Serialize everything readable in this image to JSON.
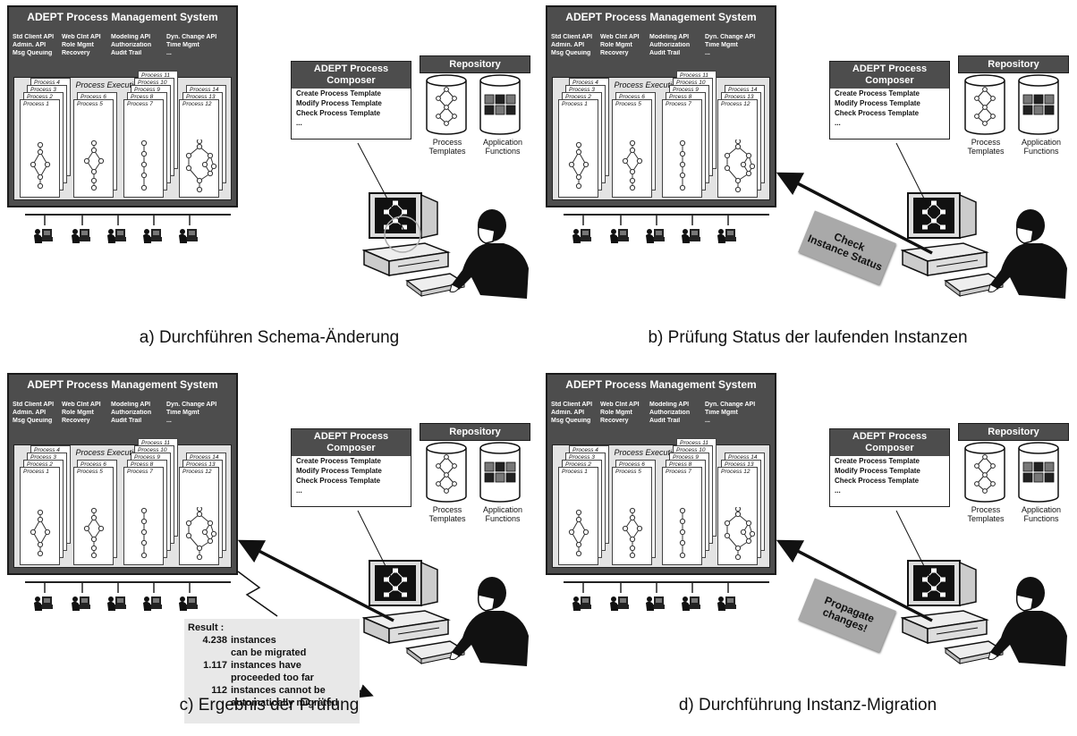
{
  "system": {
    "title": "ADEPT Process Management System",
    "apis": [
      "Std Client API",
      "Web Clnt API",
      "Modeling API",
      "Dyn. Change API",
      "Admin. API",
      "Role Mgmt",
      "Authorization",
      "Time Mgmt",
      "Msg Queuing",
      "Recovery",
      "Audit Trail",
      "..."
    ],
    "engine_title": "Process Execution Engine",
    "stacks": [
      [
        "Process 4",
        "Process 3",
        "Process 2",
        "Process 1"
      ],
      [
        "Process 6",
        "Process 5"
      ],
      [
        "Process 11",
        "Process 10",
        "Process 9",
        "Prcess 8",
        "Process 7"
      ],
      [
        "Process 14",
        "Process 13",
        "Process 12"
      ]
    ]
  },
  "composer": {
    "title": "ADEPT Process Composer",
    "items": [
      "Create Process Template",
      "Modify Process Template",
      "Check Process Template",
      "..."
    ]
  },
  "repository": {
    "title": "Repository",
    "labels": [
      "Process Templates",
      "Application Functions"
    ]
  },
  "panels": [
    {
      "caption": "a) Durchführen Schema-Änderung"
    },
    {
      "caption": "b) Prüfung Status der laufenden Instanzen",
      "banner": [
        "Check",
        "Instance Status"
      ]
    },
    {
      "caption": "c) Ergebnis der Prüfung",
      "result": {
        "heading": "Result :",
        "rows": [
          {
            "num": "4.238",
            "line1": "instances",
            "line2": "can be migrated"
          },
          {
            "num": "1.117",
            "line1": "instances have",
            "line2": "proceeded too far"
          },
          {
            "num": "112",
            "line1": "instances cannot be",
            "line2": "automatically migrated"
          }
        ]
      }
    },
    {
      "caption": "d) Durchführung Instanz-Migration",
      "banner": [
        "Propagate",
        "changes!"
      ]
    }
  ],
  "colors": {
    "dark_box": "#4d4d4d",
    "engine_bg": "#e3e3e3",
    "banner": "#a9a9a9",
    "result_bg": "#e8e8e8"
  }
}
